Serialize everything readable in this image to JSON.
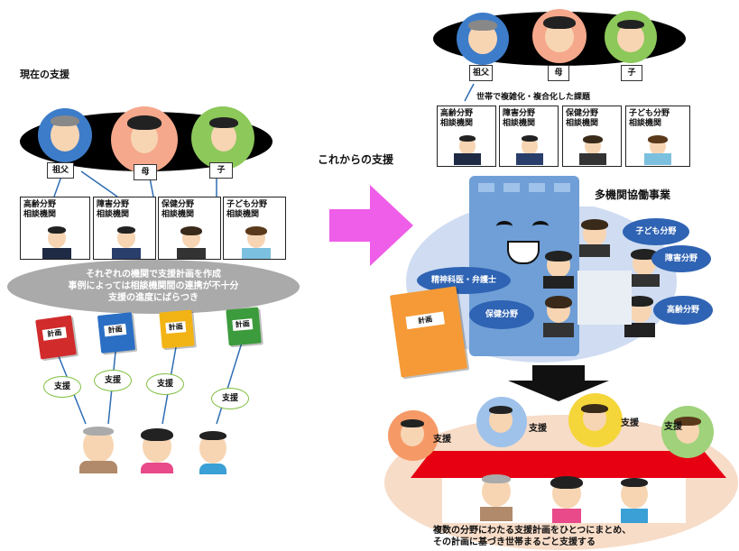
{
  "left": {
    "title": "現在の支援",
    "family": [
      {
        "label": "祖父",
        "color": "#3d7cc9"
      },
      {
        "label": "母",
        "color": "#f5a88c"
      },
      {
        "label": "子",
        "color": "#8cc85a"
      }
    ],
    "agencies": [
      "高齢分野\n相談機関",
      "障害分野\n相談機関",
      "保健分野\n相談機関",
      "子ども分野\n相談機関"
    ],
    "problem_lines": [
      "それぞれの機関で支援計画を作成",
      "事例によっては相談機関間の連携が不十分",
      "支援の進度にばらつき"
    ],
    "plans": [
      {
        "label": "計画",
        "color": "#d12b2b"
      },
      {
        "label": "計画",
        "color": "#2a6fc4"
      },
      {
        "label": "計画",
        "color": "#f2b315"
      },
      {
        "label": "計画",
        "color": "#3c9b3c"
      }
    ],
    "support_label": "支援"
  },
  "right": {
    "future_title": "これからの支援",
    "family": [
      {
        "label": "祖父",
        "color": "#3d7cc9"
      },
      {
        "label": "母",
        "color": "#f5a88c"
      },
      {
        "label": "子",
        "color": "#8cc85a"
      }
    ],
    "issue_label": "世帯で複雑化・複合化した課題",
    "agencies": [
      "高齢分野\n相談機関",
      "障害分野\n相談機関",
      "保健分野\n相談機関",
      "子ども分野\n相談機関"
    ],
    "project_title": "多機関協働事業",
    "bubbles": [
      "子ども分野",
      "障害分野",
      "高齢分野",
      "精神科医・弁護士",
      "保健分野"
    ],
    "plan_label": "計画",
    "support_label": "支援",
    "conclusion_lines": [
      "複数の分野にわたる支援計画をひとつにまとめ、",
      "その計画に基づき世帯まるごと支援する"
    ]
  },
  "colors": {
    "arrow_magenta": "#ee5ee8",
    "table_red": "#e60012",
    "bubble_blue": "#2f63b3",
    "meeting_bg": "#cfdcf2",
    "bottom_bg": "#f7dcc8"
  }
}
